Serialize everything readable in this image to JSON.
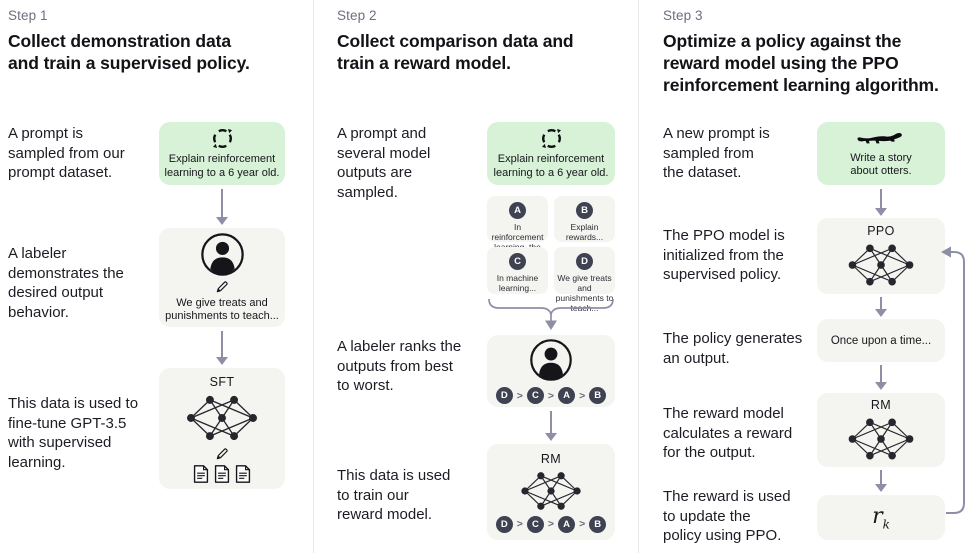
{
  "colors": {
    "background": "#ffffff",
    "step_label": "#6e6e80",
    "heading": "#121217",
    "body_text": "#1c1c24",
    "green_card": "#d7f2d7",
    "gray_card": "#f4f4f1",
    "arrow": "#8e8fa6",
    "rank_badge": "#3f4251",
    "divider": "#e7e7e7"
  },
  "step1": {
    "step": "Step 1",
    "title": "Collect demonstration data\nand train a supervised policy.",
    "captions": {
      "prompt": "A prompt is\nsampled from our\nprompt dataset.",
      "labeler": "A labeler\ndemonstrates the\ndesired output\nbehavior.",
      "finetune": "This data is used to\nfine-tune GPT-3.5\nwith supervised\nlearning."
    },
    "prompt_card": {
      "icon": "cycle-icon",
      "text": "Explain reinforcement\nlearning to a 6 year old."
    },
    "labeler_card": {
      "icons": [
        "labeler-icon",
        "pencil-icon"
      ],
      "text": "We give treats and\npunishments to teach..."
    },
    "sft_card": {
      "label": "SFT",
      "icons": [
        "network-icon",
        "pencil-icon",
        "documents-icon"
      ]
    }
  },
  "step2": {
    "step": "Step 2",
    "title": "Collect comparison data and\ntrain a reward model.",
    "captions": {
      "sampled": "A prompt and\nseveral model\noutputs are\nsampled.",
      "ranks": "A labeler ranks the\noutputs from best\nto worst.",
      "train": "This data is used\nto train our\nreward model."
    },
    "prompt_card": {
      "icon": "cycle-icon",
      "text": "Explain reinforcement\nlearning to a 6 year old."
    },
    "samples": [
      {
        "label": "A",
        "text": "In reinforcement\nlearning, the\nagent is..."
      },
      {
        "label": "B",
        "text": "Explain rewards..."
      },
      {
        "label": "C",
        "text": "In machine\nlearning..."
      },
      {
        "label": "D",
        "text": "We give treats and\npunishments to\nteach..."
      }
    ],
    "ranking": {
      "items": [
        "D",
        "C",
        "A",
        "B"
      ],
      "separator": ">"
    },
    "rm_card": {
      "label": "RM",
      "icons": [
        "network-icon"
      ]
    }
  },
  "step3": {
    "step": "Step 3",
    "title": "Optimize a policy against the\nreward model using the PPO\nreinforcement learning algorithm.",
    "captions": {
      "new_prompt": "A new prompt is\nsampled from\nthe dataset.",
      "ppo_init": "The PPO model is\ninitialized from the\nsupervised policy.",
      "generates": "The policy generates\nan output.",
      "reward_calc": "The reward model\ncalculates a reward\nfor the output.",
      "reward_update": "The reward is used\nto update the\npolicy using PPO."
    },
    "prompt_card": {
      "icon": "otter-icon",
      "text": "Write a story\nabout otters."
    },
    "ppo_card": {
      "label": "PPO",
      "icons": [
        "network-icon"
      ]
    },
    "output_card": {
      "text": "Once upon a time..."
    },
    "rm_card": {
      "label": "RM",
      "icons": [
        "network-icon"
      ]
    },
    "reward_card": {
      "base": "r",
      "subscript": "k"
    }
  }
}
